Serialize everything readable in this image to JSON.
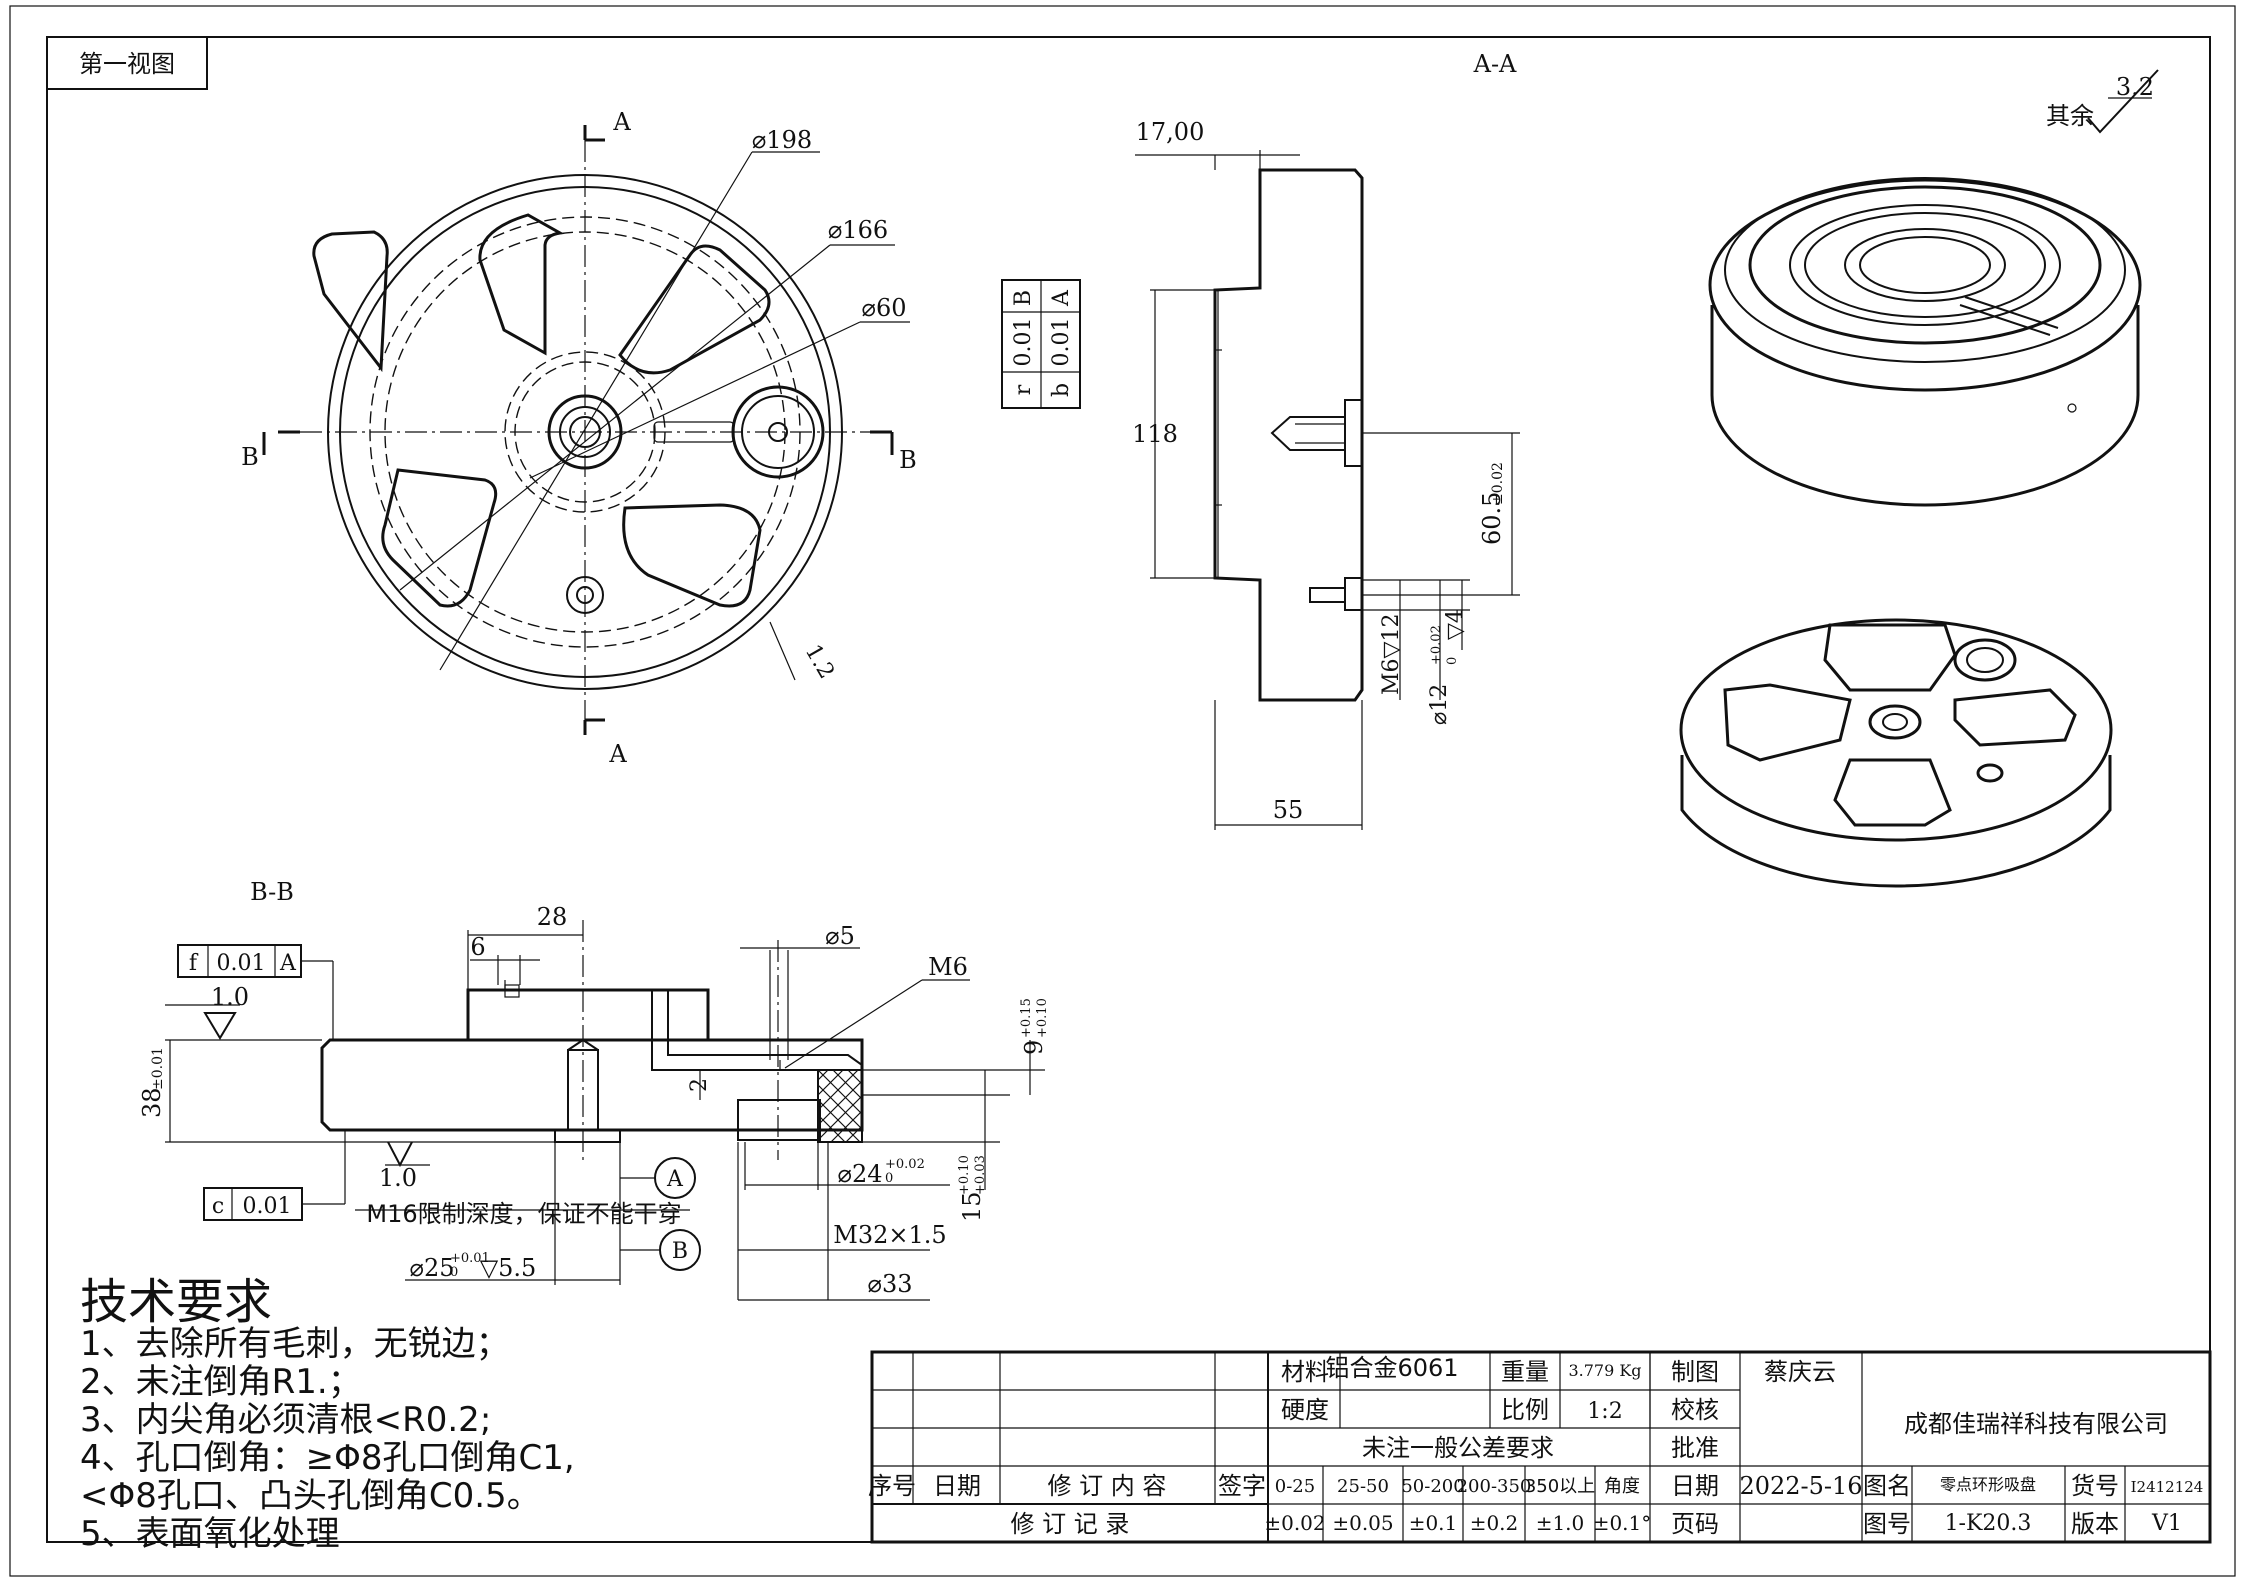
{
  "view_label": "第一视图",
  "sections": {
    "aa": "A-A",
    "bb": "B-B",
    "cut_a": "A",
    "cut_b": "B"
  },
  "front_view": {
    "dia_198": "⌀198",
    "dia_166": "⌀166",
    "dia_60": "⌀60",
    "chamfer": "1.2"
  },
  "section_aa": {
    "dim_17": "17,00",
    "dim_118": "118",
    "dim_55": "55",
    "dim_60_5": "60.5",
    "tol_60_5": "±0.02",
    "m6_12": "M6▽12",
    "dia_12": "⌀12",
    "dia_12_tol_up": "+0.02",
    "dia_12_tol_low": "0",
    "depth_4": "▽4",
    "gdt": [
      {
        "sym": "r",
        "val": "0.01",
        "ref": "B"
      },
      {
        "sym": "b",
        "val": "0.01",
        "ref": "A"
      }
    ]
  },
  "roughness": {
    "value": "3.2",
    "label": "其余"
  },
  "section_bb": {
    "dim_28": "28",
    "dim_6": "6",
    "dia_5": "⌀5",
    "m6": "M6",
    "flat_top": "1.0",
    "flat_bottom": "1.0",
    "gdt_top": {
      "sym": "f",
      "val": "0.01",
      "ref": "A"
    },
    "gdt_bottom": {
      "sym": "c",
      "val": "0.01"
    },
    "dim_38": "38",
    "dim_38_tol": "±0.01",
    "dim_2": "2",
    "dim_9": "9",
    "dim_9_tol_up": "+0.15",
    "dim_9_tol_low": "+0.10",
    "dim_15": "15",
    "dim_15_tol_up": "+0.10",
    "dim_15_tol_low": "+0.03",
    "dia_24": "⌀24",
    "dia_24_tol_up": "+0.02",
    "dia_24_tol_low": "0",
    "m32": "M32×1.5",
    "dia_33": "⌀33",
    "dia_25": "⌀25",
    "dia_25_tol_up": "+0.01",
    "dia_25_tol_low": "0",
    "depth_55": "▽5.5",
    "m16_note": "M16限制深度，保证不能干穿",
    "datum_a": "A",
    "datum_b": "B"
  },
  "tech_req": {
    "title": "技术要求",
    "items": [
      "1、去除所有毛刺，无锐边；",
      "2、未注倒角R1.；",
      "3、内尖角必须清根<R0.2;",
      "4、孔口倒角：≥Φ8孔口倒角C1,",
      "<Φ8孔口、凸头孔倒角C0.5。",
      "5、表面氧化处理"
    ]
  },
  "title_block": {
    "material_label": "材料",
    "material": "铝合金6061",
    "weight_label": "重量",
    "weight": "3.779 Kg",
    "drawn_label": "制图",
    "drawn_by": "蔡庆云",
    "hardness_label": "硬度",
    "scale_label": "比例",
    "scale": "1:2",
    "check_label": "校核",
    "tol_note": "未注一般公差要求",
    "approve_label": "批准",
    "company": "成都佳瑞祥科技有限公司",
    "rev_no_label": "序号",
    "rev_date_label": "日期",
    "rev_content_label": "修 订 内 容",
    "rev_sign_label": "签字",
    "rev_record_label": "修 订 记 录",
    "ranges": [
      "0-25",
      "25-50",
      "50-200",
      "200-350",
      "350以上",
      "角度"
    ],
    "tolerances": [
      "±0.02",
      "±0.05",
      "±0.1",
      "±0.2",
      "±1.0",
      "±0.1°"
    ],
    "date_label": "日期",
    "date": "2022-5-16",
    "page_label": "页码",
    "name_label": "图名",
    "name": "零点环形吸盘",
    "part_label": "货号",
    "part_no": "I2412124",
    "drawing_no_label": "图号",
    "drawing_no": "1-K20.3",
    "version_label": "版本",
    "version": "V1"
  }
}
